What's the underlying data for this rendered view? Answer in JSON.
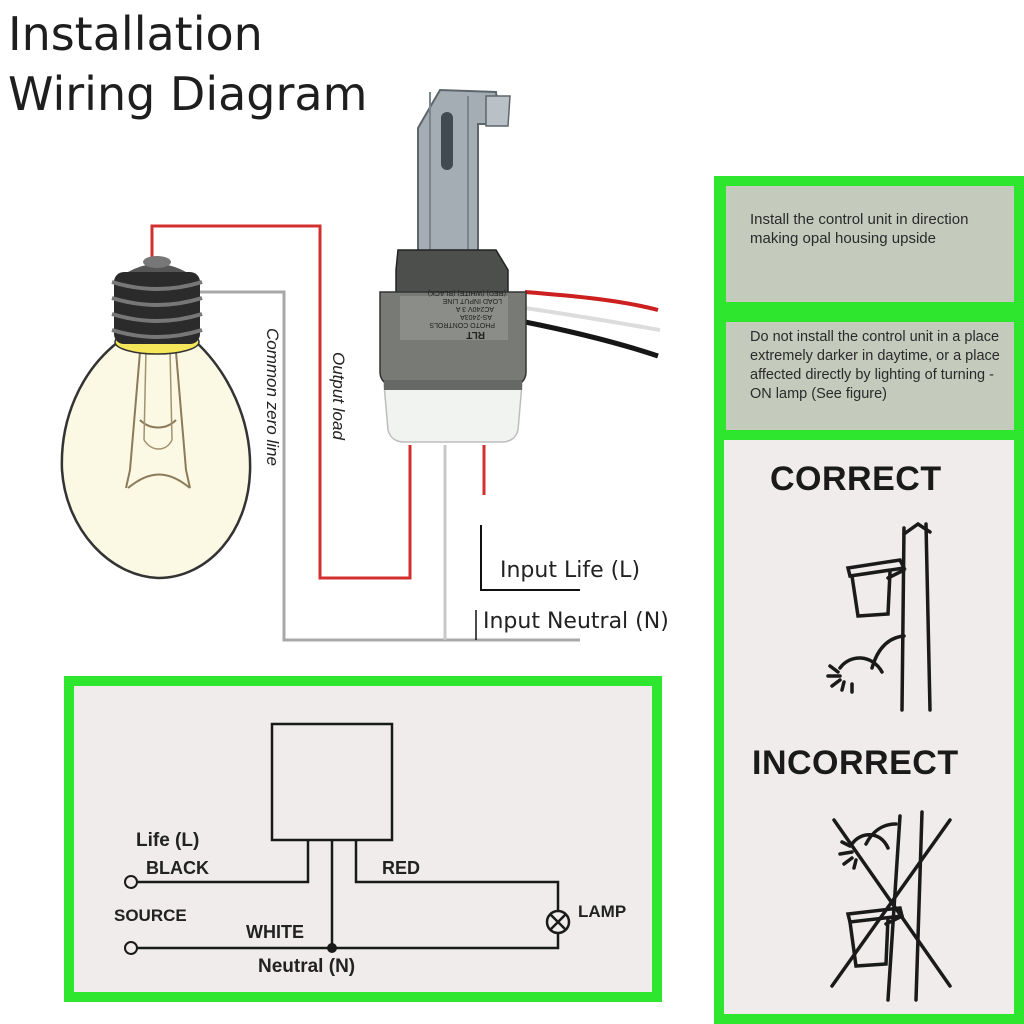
{
  "title": {
    "line1": "Installation",
    "line2": "Wiring Diagram"
  },
  "wiring": {
    "common_zero_line": "Common zero line",
    "output_load": "Output load",
    "input_life": "Input Life (L)",
    "input_neutral": "Input Neutral (N)",
    "wire_colors": {
      "red": "#d32f2f",
      "black": "#1a1a1a",
      "grey": "#a8a8a8",
      "white": "#e6e6e6"
    }
  },
  "controller_label": {
    "brand": "RLT",
    "lines": [
      "PHOTO CONTROLS",
      "AS-2403A",
      "AC240V  3 A",
      "LOAD  INPUT  LINE",
      "(RED)  (WHITE)  (BLACK)"
    ]
  },
  "schematic": {
    "life": "Life (L)",
    "black": "BLACK",
    "source": "SOURCE",
    "white": "WHITE",
    "red": "RED",
    "lamp": "LAMP",
    "neutral": "Neutral (N)"
  },
  "notes": {
    "note1": "Install the control unit in direction making opal housing upside",
    "note2": "Do not install the control unit in a place extremely darker in daytime, or a place affected directly by lighting of turning -ON lamp (See figure)"
  },
  "mounting": {
    "correct": "CORRECT",
    "incorrect": "INCORRECT"
  },
  "accent_colors": {
    "frame_green": "#2ee62e",
    "note_background": "#c4cbbd",
    "panel_background": "#efeceb"
  }
}
